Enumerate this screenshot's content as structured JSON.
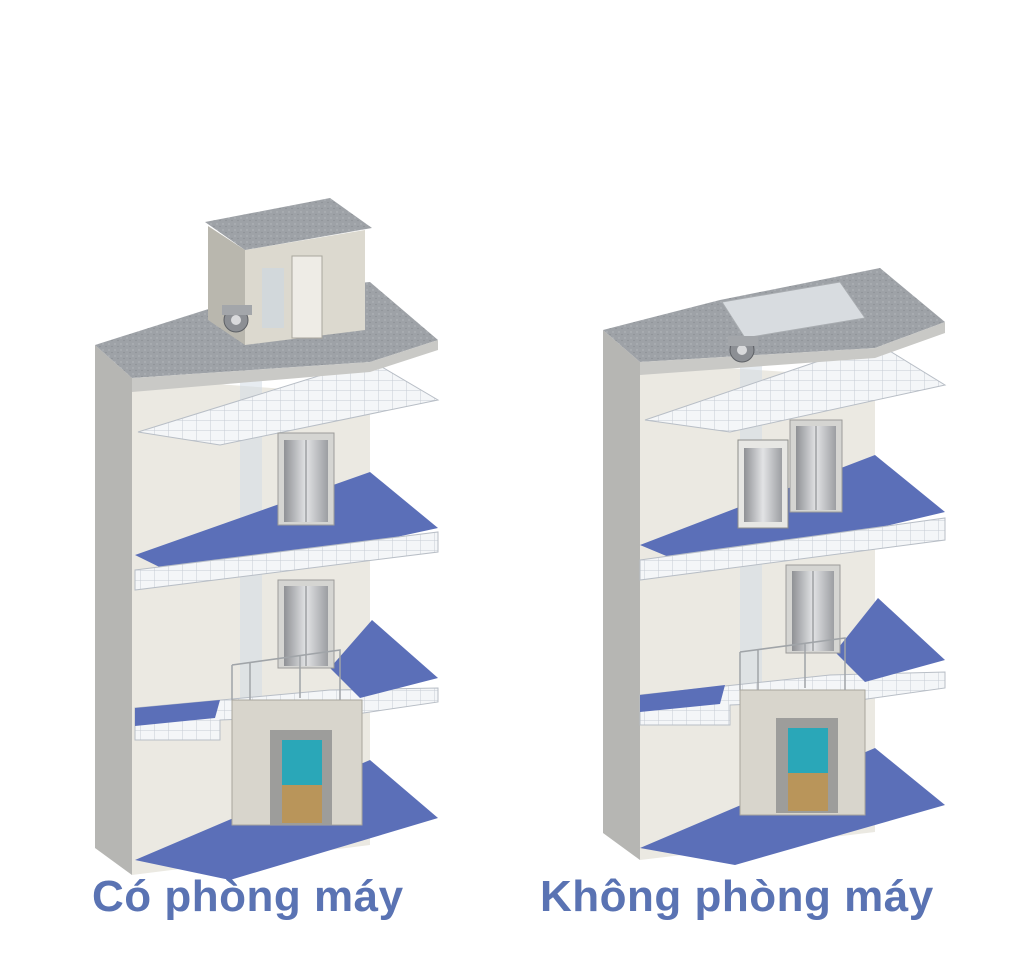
{
  "captions": {
    "left": "Có phòng máy",
    "right": "Không phòng máy"
  },
  "colors": {
    "floor_blue": "#5b6fb8",
    "roof_gray": "#9a9ea3",
    "wall_light": "#eceae3",
    "wall_dark": "#b9b9b6",
    "caption_blue": "#5a73b3",
    "door_steel": "#bcbcbc",
    "car_teal": "#2aa7b8",
    "car_wood": "#b9955a"
  },
  "diagrams": [
    {
      "name": "building-with-machine-room",
      "machine_room": true
    },
    {
      "name": "building-machine-room-less",
      "machine_room": false
    }
  ]
}
